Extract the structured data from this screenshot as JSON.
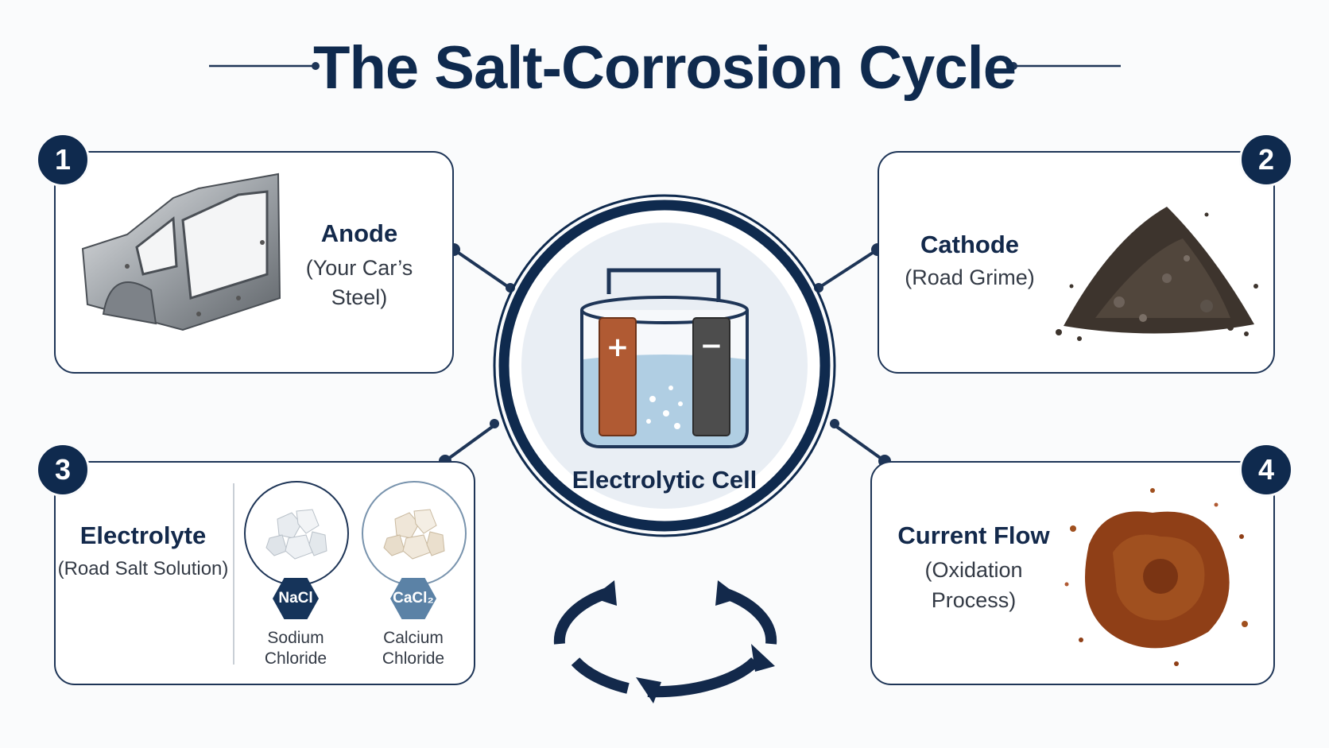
{
  "title": "The Salt-Corrosion Cycle",
  "center": {
    "label": "Electrolytic Cell",
    "plus_sign": "+",
    "minus_sign": "−"
  },
  "cards": [
    {
      "number": "1",
      "title": "Anode",
      "subtitle_line1": "(Your Car’s",
      "subtitle_line2": "Steel)",
      "image": "car-body-frame"
    },
    {
      "number": "2",
      "title": "Cathode",
      "subtitle_line1": "(Road Grime)",
      "image": "road-grime-pile"
    },
    {
      "number": "3",
      "title": "Electrolyte",
      "subtitle_line1": "(Road Salt Solution)",
      "salts": [
        {
          "formula": "NaCl",
          "name_line1": "Sodium",
          "name_line2": "Chloride",
          "color": "#16345a"
        },
        {
          "formula": "CaCl₂",
          "name_line1": "Calcium",
          "name_line2": "Chloride",
          "color": "#5b82a6"
        }
      ]
    },
    {
      "number": "4",
      "title": "Current Flow",
      "subtitle_line1": "(Oxidation",
      "subtitle_line2": "Process)",
      "image": "rust-patch"
    }
  ],
  "colors": {
    "navy": "#0f2a4e",
    "anode_copper": "#b05a33",
    "cathode_gray": "#4d4d4d",
    "electrolyte_water": "#a9c9e0",
    "rust": "#8f3f17"
  }
}
